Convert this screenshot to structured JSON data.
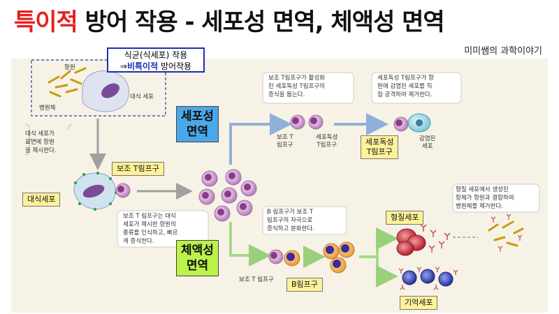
{
  "title": {
    "red": "특이적",
    "rest": " 방어 작용 - 세포성 면역, 체액성 면역"
  },
  "credit": "미미쌤의 과학이야기",
  "highlight": {
    "line1": "식균(식세포) 작용",
    "arrow": "⇒",
    "emph": "비특이적",
    "line2_rest": " 방어작용"
  },
  "labels": {
    "antigen": "항원",
    "pathogen": "병원체",
    "phagocyte_cell": "대식 세포",
    "present_note": "대식 세포가\n표면에 항원\n을 제시한다.",
    "macrophage_box": "대식세포",
    "helper_box": "보조 T림프구",
    "helper_note": "보조 T 림프구는 대식\n세포가 제시한 항원의\n종류를 인식하고, 빠르\n게 증식한다.",
    "cellular_box": "세포성\n면역",
    "helper_top_note": "보조 T림프구가 활성화\n된 세포독성 T림프구의\n증식을 돕는다.",
    "helper_t_small": "보조 T\n림프구",
    "cytotoxic_small": "세포독성\nT림프구",
    "cytotoxic_box": "세포독성\nT림프구",
    "infected_cell": "감염된\n세포",
    "cytotoxic_note": "세포독성 T림프구가 항\n원에 감염된 세포를 직\n접 공격하여 제거한다.",
    "humoral_box": "체액성\n면역",
    "b_note": "B 림프구가 보조 T\n림프구의 자극으로\n증식하고 분화한다.",
    "helper_t_bottom": "보조 T 림프구",
    "b_box": "B림프구",
    "plasma_box": "형질세포",
    "memory_box": "기억세포",
    "plasma_note": "형질 세포에서 생성된\n항체가 항원과 결합하여\n병원체를 제거한다."
  },
  "colors": {
    "title_red": "#e8201c",
    "highlight_blue": "#1a2fb0",
    "cellular_box": "#4aa8e8",
    "humoral_box": "#bdf24a",
    "label_box": "#fdf19a",
    "arrow_blue": "#8fb0d8",
    "arrow_green": "#a8d88a",
    "panel_bg": "#f6f2e6"
  }
}
